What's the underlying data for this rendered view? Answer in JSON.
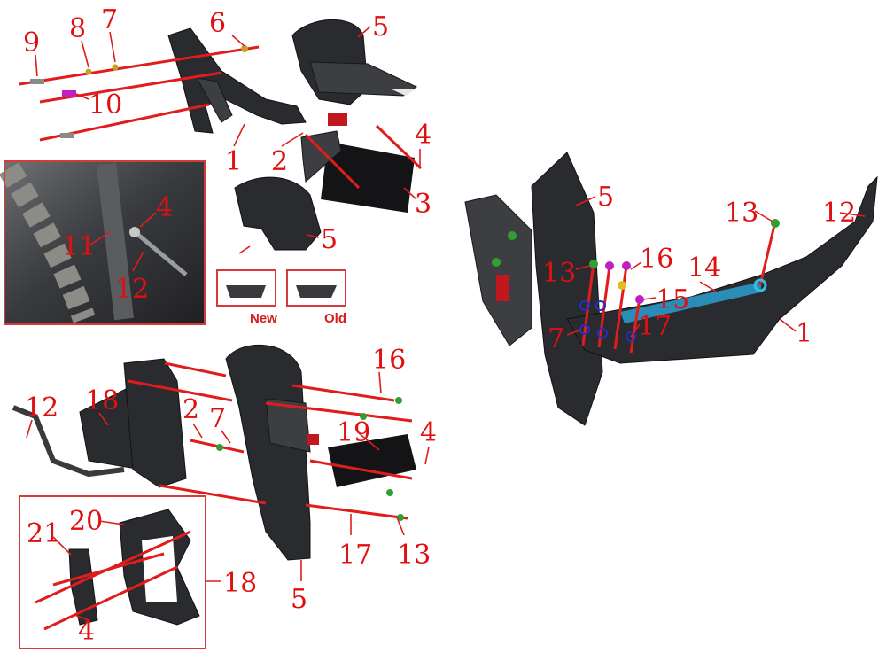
{
  "figure": {
    "background": "#ffffff",
    "accent_color": "#e01c1c",
    "photo_inset": {
      "callouts": [
        "11",
        "4",
        "12"
      ]
    },
    "comparison": {
      "new_label": "New",
      "old_label": "Old"
    },
    "top_left_callouts": [
      "9",
      "8",
      "7",
      "6",
      "5",
      "10",
      "1",
      "2",
      "4",
      "3",
      "5"
    ],
    "bottom_left_callouts": [
      "16",
      "12",
      "18",
      "2",
      "7",
      "19",
      "4",
      "17",
      "13",
      "5"
    ],
    "detail_box_callouts": [
      "20",
      "21",
      "18",
      "4"
    ],
    "right_assembly_callouts": [
      "5",
      "13",
      "12",
      "13",
      "16",
      "14",
      "15",
      "7",
      "17",
      "1"
    ]
  }
}
